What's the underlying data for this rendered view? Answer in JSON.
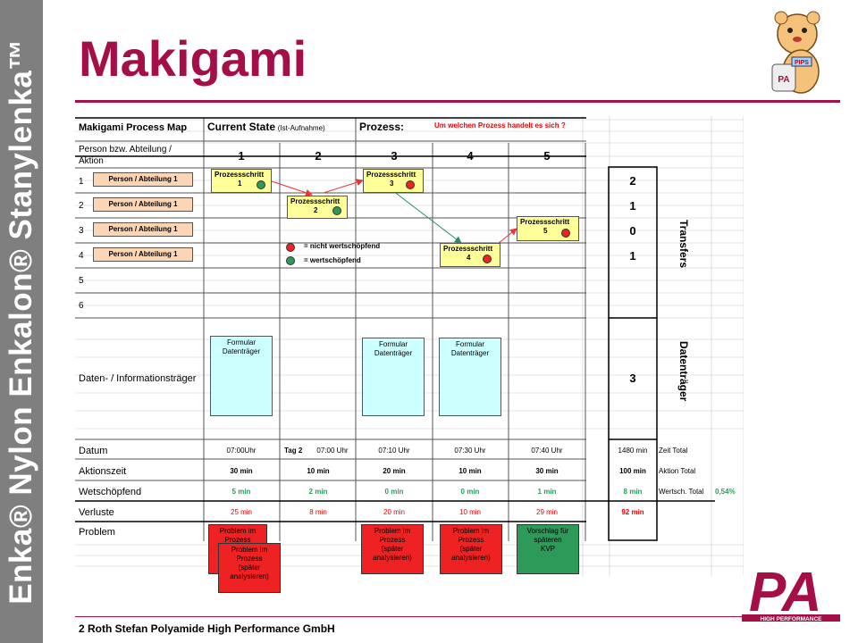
{
  "sidebar": {
    "text": "Enka® Nylon  Enkalon®  Stanylenka™"
  },
  "title": "Makigami",
  "footer": {
    "text": "2  Roth Stefan Polyamide High Performance GmbH"
  },
  "logo": {
    "text": "HIGH PERFORMANCE",
    "letters": "PA"
  },
  "mascot": {
    "label": "PIPS"
  },
  "header": {
    "map_title": "Makigami Process Map",
    "current_state": "Current State",
    "current_state_sub": "(Ist-Aufnahme)",
    "prozess_label": "Prozess:",
    "prozess_question": "Um welchen Prozess handelt es sich ?"
  },
  "row_labels": {
    "person": "Person bzw. Abteilung /",
    "aktion": "Aktion",
    "daten": "Daten- / Informationsträger",
    "datum": "Datum",
    "aktionszeit": "Aktionszeit",
    "wertschoepfend": "Wetschöpfend",
    "verluste": "Verluste",
    "problem": "Problem"
  },
  "row_numbers": [
    "1",
    "2",
    "3",
    "4",
    "5",
    "6"
  ],
  "columns": [
    "1",
    "2",
    "3",
    "4",
    "5"
  ],
  "persons": [
    "Person / Abteilung 1",
    "Person / Abteilung 1",
    "Person / Abteilung 1",
    "Person / Abteilung 1"
  ],
  "steps": [
    {
      "line1": "Prozessschritt",
      "line2": "1",
      "status": "green"
    },
    {
      "line1": "Prozessschritt",
      "line2": "2",
      "status": "green"
    },
    {
      "line1": "Prozessschritt",
      "line2": "3",
      "status": "red"
    },
    {
      "line1": "Prozessschritt",
      "line2": "4",
      "status": "red"
    },
    {
      "line1": "Prozessschritt",
      "line2": "5",
      "status": "red"
    }
  ],
  "legend": {
    "red": "= nicht wertschöpfend",
    "green": "= wertschöpfend"
  },
  "colors": {
    "red": "#ee2222",
    "green": "#2e9a5a",
    "title": "#a50f47",
    "sidebar": "#7f7f7f",
    "step": "#ffff99",
    "person": "#fcd5b4",
    "formular": "#ccffff"
  },
  "formulars": [
    {
      "line1": "Formular",
      "line2": "Datenträger"
    },
    {
      "line1": "Formular",
      "line2": "Datenträger"
    },
    {
      "line1": "Formular",
      "line2": "Datenträger"
    }
  ],
  "datum": [
    "07:00Uhr",
    "07:00 Uhr",
    "07:10 Uhr",
    "07:30 Uhr",
    "07:40 Uhr"
  ],
  "datum_tag": "Tag 2",
  "aktionszeit": [
    "30 min",
    "10 min",
    "20 min",
    "10 min",
    "30 min"
  ],
  "wertschoepfend": [
    "5 min",
    "2 min",
    "0 min",
    "0 min",
    "1 min"
  ],
  "verluste": [
    "25 min",
    "8 min",
    "20 min",
    "10 min",
    "29 min"
  ],
  "problems": [
    {
      "l1": "Problem im",
      "l2": "Prozess",
      "l3": "",
      "l4": ""
    },
    {
      "l1": "Problem im",
      "l2": "Prozess",
      "l3": "(später",
      "l4": "analysieren)"
    },
    {
      "l1": "Problem im",
      "l2": "Prozess",
      "l3": "(später",
      "l4": "analysieren)"
    },
    {
      "l1": "Problem im",
      "l2": "Prozess",
      "l3": "(später",
      "l4": "analysieren)"
    },
    {
      "l1": "Vorschlag für",
      "l2": "späteren",
      "l3": "KVP",
      "l4": ""
    }
  ],
  "summary": {
    "transfers": [
      "2",
      "1",
      "0",
      "1"
    ],
    "transfers_label": "Transfers",
    "datentraeger": "3",
    "datentraeger_label": "Datenträger",
    "zeit_total": "1480 min",
    "zeit_total_label": "Zeit Total",
    "aktion_total": "100 min",
    "aktion_total_label": "Aktion Total",
    "wertsch_total": "8 min",
    "wertsch_total_label": "Wertsch. Total",
    "wertsch_pct": "0,54%",
    "verluste_total": "92 min"
  }
}
